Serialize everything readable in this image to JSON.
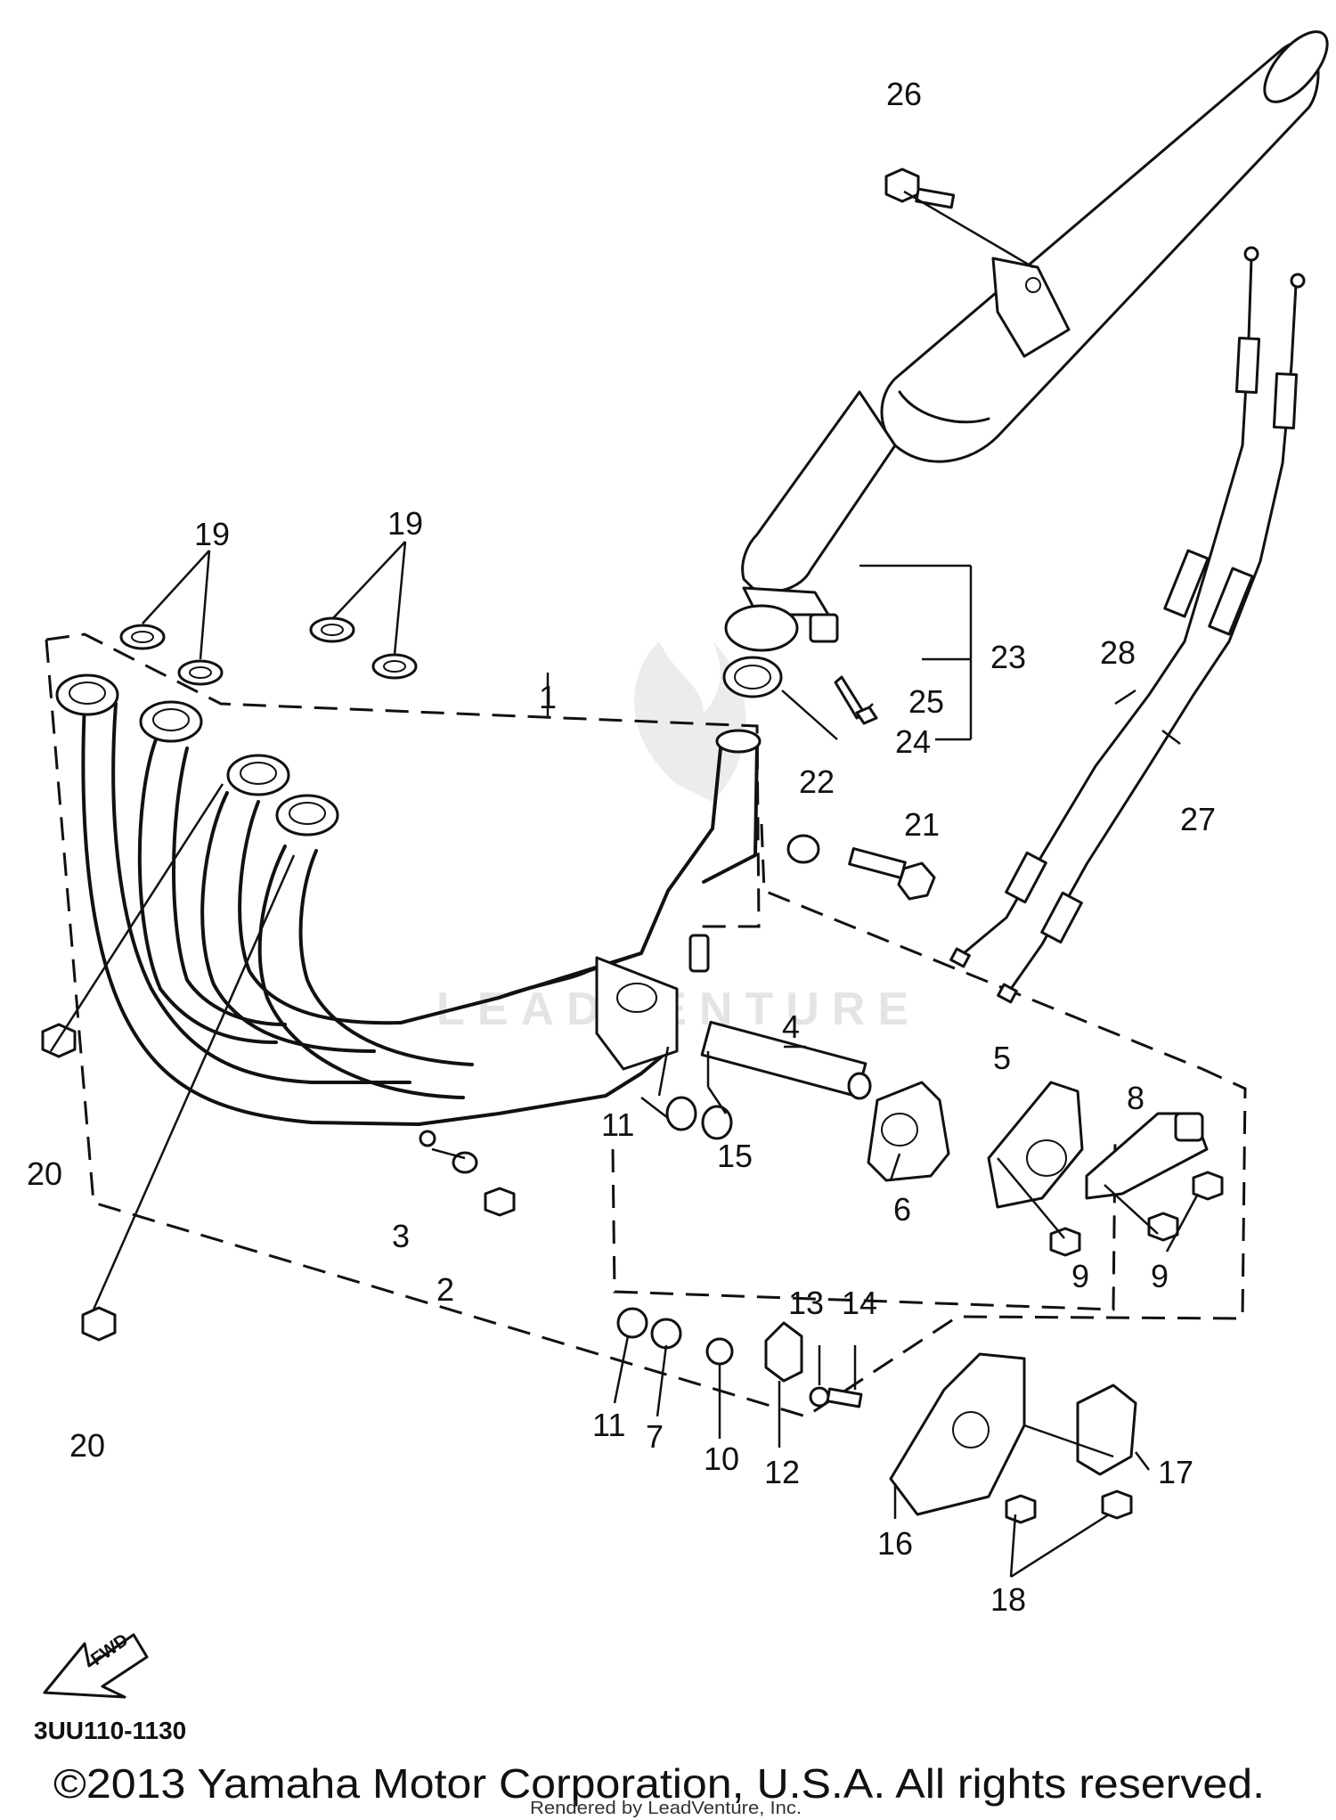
{
  "diagram": {
    "code": "3UU110-1130",
    "copyright": "©2013 Yamaha Motor Corporation, U.S.A. All rights reserved.",
    "rendered_by": "Rendered by LeadVenture, Inc.",
    "watermark": "LEADVENTURE",
    "fwd_label": "FWD",
    "callouts": {
      "c1": "1",
      "c2": "2",
      "c3": "3",
      "c4": "4",
      "c5": "5",
      "c6": "6",
      "c7": "7",
      "c8": "8",
      "c9a": "9",
      "c9b": "9",
      "c10": "10",
      "c11a": "11",
      "c11b": "11",
      "c12": "12",
      "c13": "13",
      "c14": "14",
      "c15": "15",
      "c16": "16",
      "c17": "17",
      "c18": "18",
      "c19a": "19",
      "c19b": "19",
      "c20a": "20",
      "c20b": "20",
      "c21": "21",
      "c22": "22",
      "c23": "23",
      "c24": "24",
      "c25": "25",
      "c26": "26",
      "c27": "27",
      "c28": "28"
    }
  }
}
